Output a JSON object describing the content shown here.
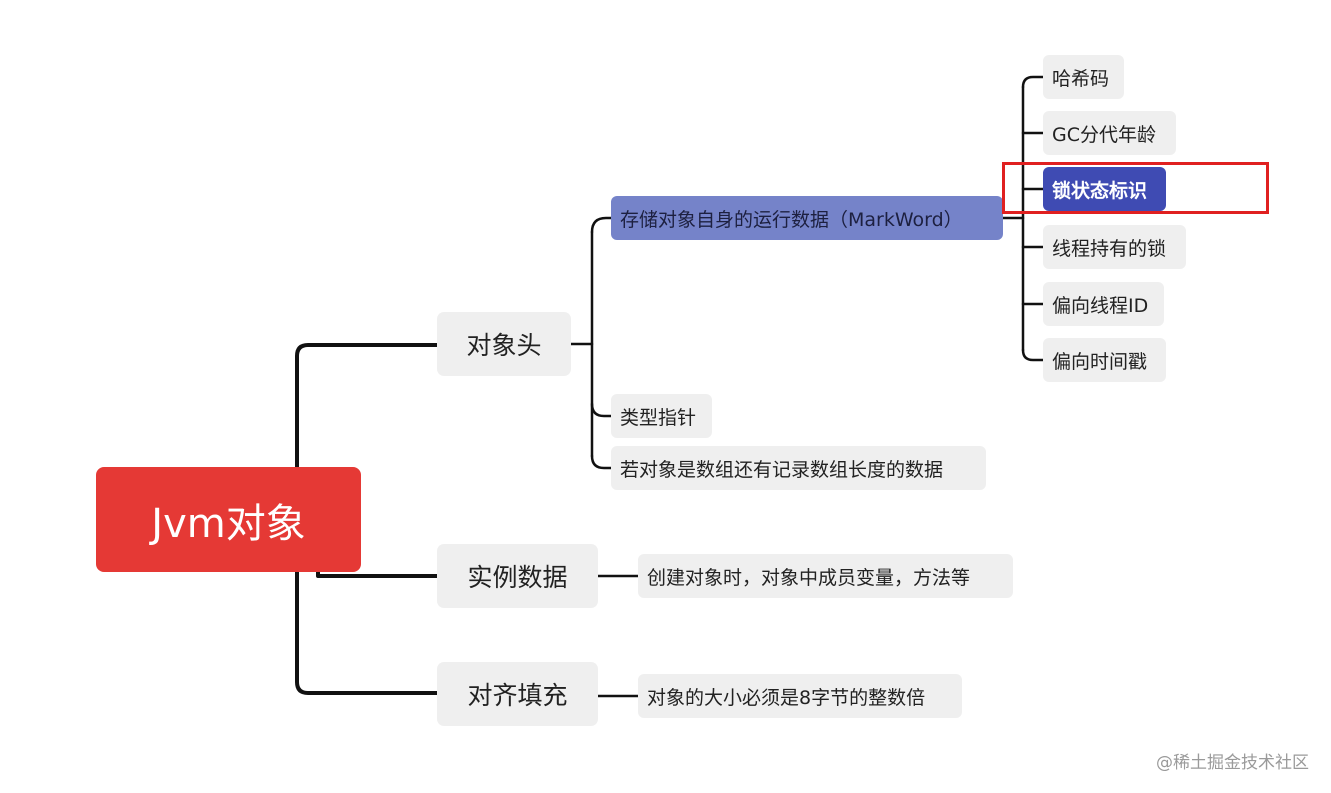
{
  "root": {
    "label": "Jvm对象"
  },
  "branches": {
    "header": {
      "label": "对象头",
      "children": {
        "markword": {
          "label": "存储对象自身的运行数据（MarkWord）",
          "items": [
            "哈希码",
            "GC分代年龄",
            "锁状态标识",
            "线程持有的锁",
            "偏向线程ID",
            "偏向时间戳"
          ],
          "highlighted_item": "锁状态标识"
        },
        "type_pointer": {
          "label": "类型指针"
        },
        "array_length": {
          "label": "若对象是数组还有记录数组长度的数据"
        }
      }
    },
    "instance_data": {
      "label": "实例数据",
      "child": {
        "label": "创建对象时，对象中成员变量，方法等"
      }
    },
    "padding": {
      "label": "对齐填充",
      "child": {
        "label": "对象的大小必须是8字节的整数倍"
      }
    }
  },
  "watermark": "@稀土掘金技术社区",
  "colors": {
    "root_bg": "#e53935",
    "node_bg": "#efefef",
    "markword_bg": "#7583c9",
    "highlight_bg": "#3f4bb3",
    "highlight_frame": "#e02020",
    "connector": "#111111"
  }
}
